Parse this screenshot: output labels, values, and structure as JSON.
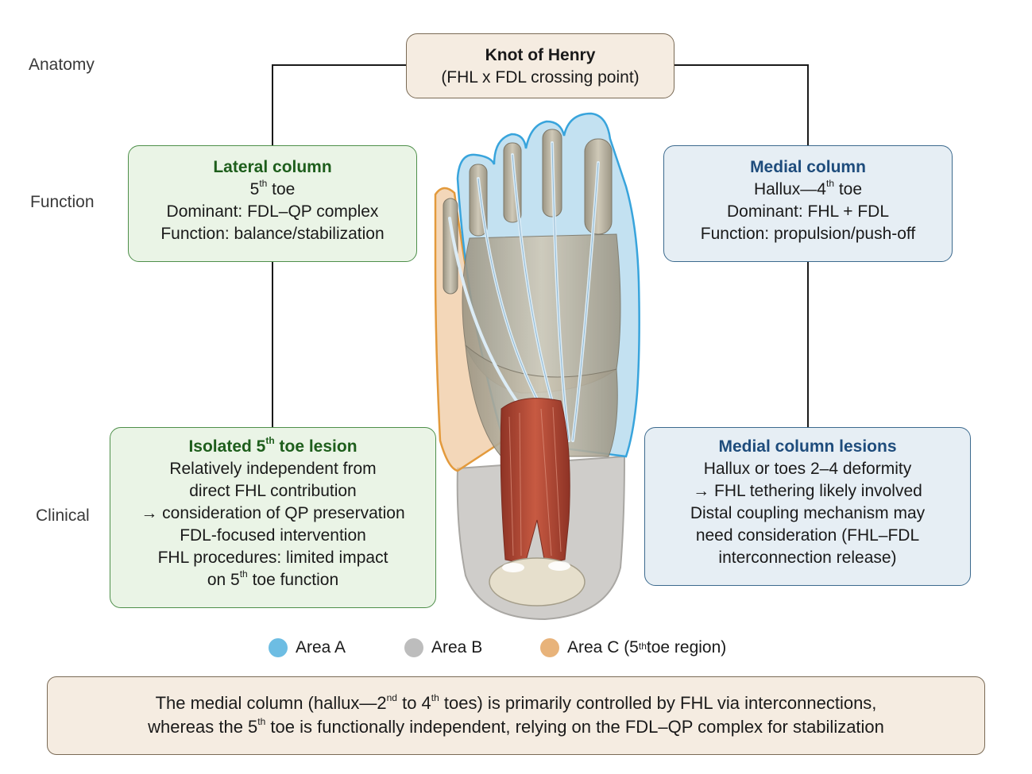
{
  "row_labels": {
    "anatomy": "Anatomy",
    "function": "Function",
    "clinical": "Clinical"
  },
  "knot": {
    "title": "Knot of Henry",
    "subtitle": "(FHL x FDL crossing point)"
  },
  "lateral": {
    "title": "Lateral column",
    "toe_pre": "5",
    "toe_sup": "th",
    "toe_post": " toe",
    "dominant": "Dominant: FDL–QP complex",
    "function": "Function: balance/stabilization"
  },
  "medial": {
    "title": "Medial column",
    "toe_pre": "Hallux—4",
    "toe_sup": "th",
    "toe_post": " toe",
    "dominant": "Dominant: FHL + FDL",
    "function": "Function: propulsion/push-off"
  },
  "isolated": {
    "title_pre": "Isolated 5",
    "title_sup": "th",
    "title_post": " toe lesion",
    "line1": "Relatively independent from",
    "line2": "direct FHL contribution",
    "line3": "→ consideration of QP preservation",
    "line4": "FDL-focused intervention",
    "line5": "FHL procedures: limited impact",
    "line6_pre": "on 5",
    "line6_sup": "th",
    "line6_post": " toe function"
  },
  "medial_lesions": {
    "title": "Medial column lesions",
    "line1": "Hallux or toes 2–4 deformity",
    "line2": "→ FHL tethering likely involved",
    "line3": "Distal coupling mechanism may",
    "line4": "need consideration (FHL–FDL",
    "line5": "interconnection release)"
  },
  "legend": {
    "area_a": {
      "label": "Area A",
      "color": "#6dbde3"
    },
    "area_b": {
      "label": "Area B",
      "color": "#bdbdbd"
    },
    "area_c": {
      "label_pre": "Area C (5",
      "label_sup": "th",
      "label_post": " toe region)",
      "color": "#e8b37a"
    }
  },
  "summary": {
    "l1_a": "The medial column (hallux—2",
    "l1_sup1": "nd",
    "l1_b": " to 4",
    "l1_sup2": "th",
    "l1_c": " toes) is primarily controlled by FHL via interconnections,",
    "l2_a": "whereas the 5",
    "l2_sup": "th",
    "l2_b": " toe is functionally independent, relying on the FDL–QP complex for stabilization"
  },
  "colors": {
    "green_border": "#4e8f4a",
    "green_fill": "#eaf4e6",
    "blue_border": "#3c6a8e",
    "blue_fill": "#e6eef4",
    "tan_border": "#7a6a55",
    "tan_fill": "#f5ece1",
    "area_a_outline": "#38a4dc",
    "area_c_outline": "#e39a3c",
    "muscle": "#b84a35"
  }
}
